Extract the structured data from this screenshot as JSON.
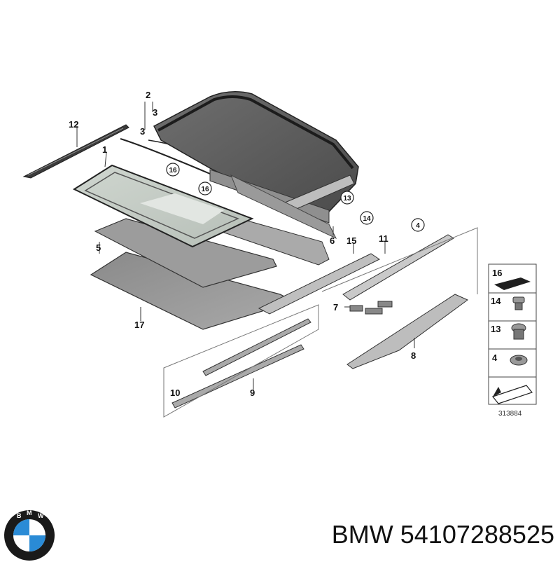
{
  "diagram": {
    "callouts": {
      "c1": "1",
      "c2": "2",
      "c3a": "3",
      "c3b": "3",
      "c4": "4",
      "c5": "5",
      "c6": "6",
      "c7": "7",
      "c8": "8",
      "c9": "9",
      "c10": "10",
      "c11": "11",
      "c12": "12",
      "c13": "13",
      "c14": "14",
      "c15": "15",
      "c16a": "16",
      "c16b": "16",
      "c17": "17"
    },
    "legend": {
      "items": [
        {
          "num": "16"
        },
        {
          "num": "14"
        },
        {
          "num": "13"
        },
        {
          "num": "4"
        }
      ],
      "ref_number": "313884"
    }
  },
  "caption": {
    "text": "BMW 54107288525"
  },
  "logo": {
    "lettering": "BMW",
    "colors": {
      "ring": "#1a1a1a",
      "blue": "#2a8bd6",
      "white": "#ffffff"
    }
  }
}
